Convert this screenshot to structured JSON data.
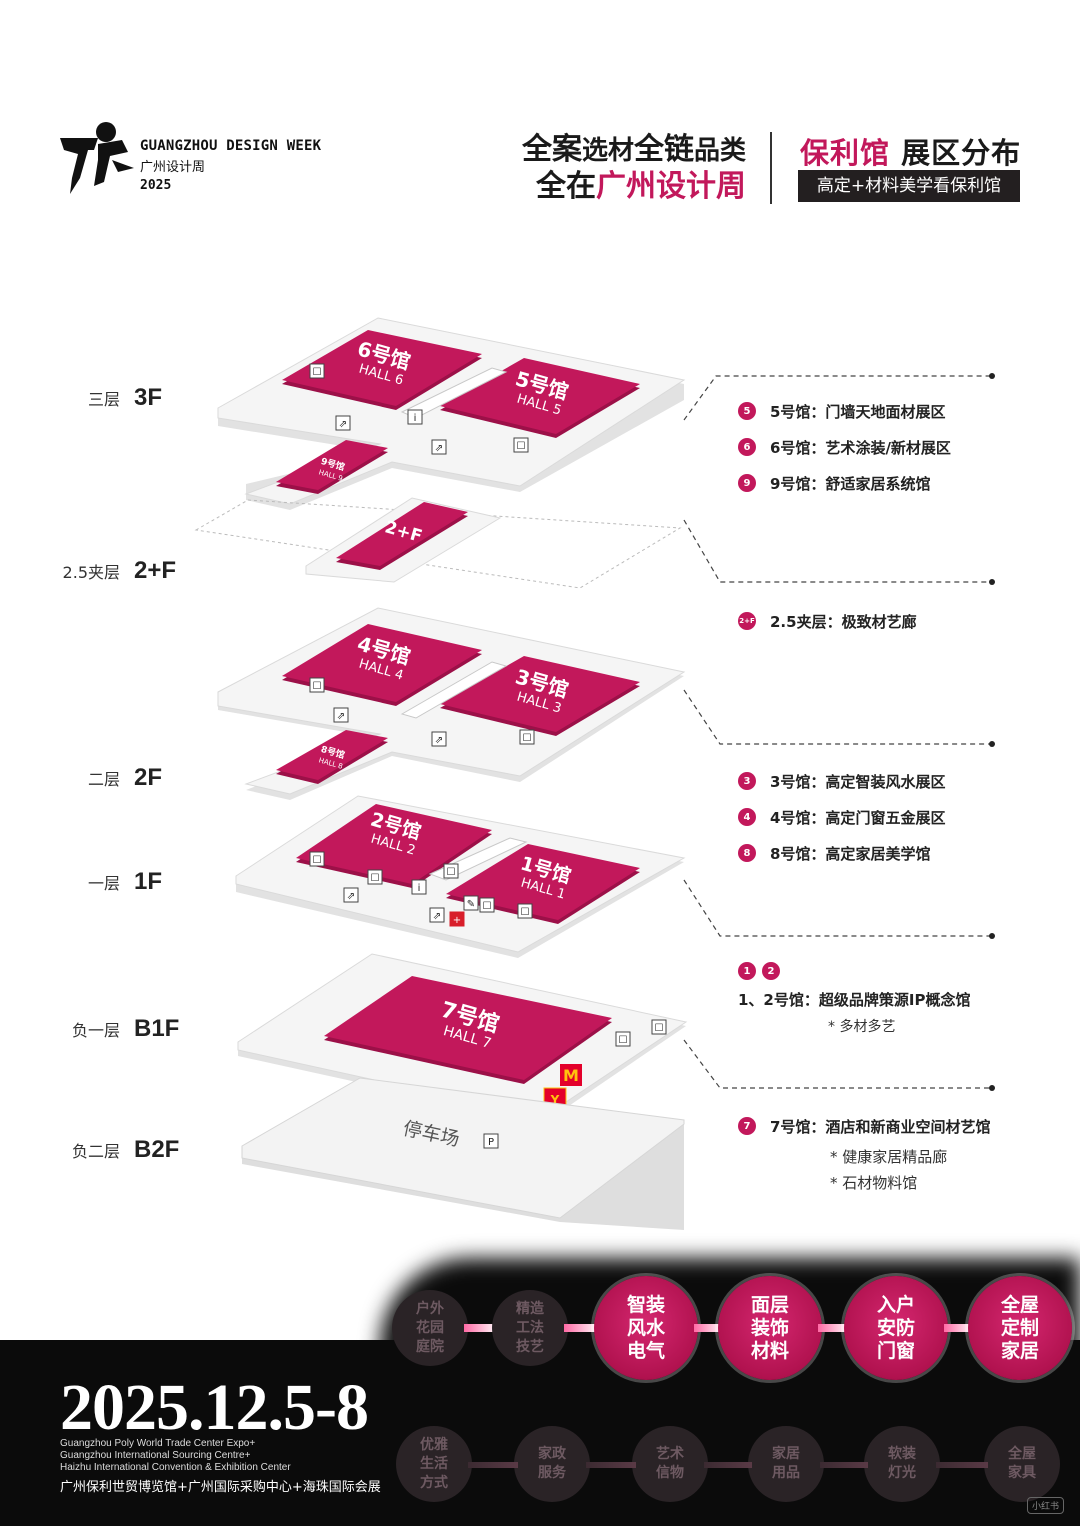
{
  "header": {
    "brand_en": "GUANGZHOU DESIGN WEEK",
    "brand_cn": "广州设计周",
    "brand_year": "2025",
    "slogan_line1_a": "全案",
    "slogan_line1_b": "选材",
    "slogan_line1_c": "全链",
    "slogan_line1_d": "品类",
    "slogan_line2_a": "全在",
    "slogan_line2_b": "广州设计周",
    "title_pink": "保利馆",
    "title_black": " 展区分布",
    "subtitle": "高定+材料美学看保利馆"
  },
  "floors": [
    {
      "cn": "三层",
      "code": "3F"
    },
    {
      "cn": "2.5夹层",
      "code": "2+F"
    },
    {
      "cn": "二层",
      "code": "2F"
    },
    {
      "cn": "一层",
      "code": "1F"
    },
    {
      "cn": "负一层",
      "code": "B1F"
    },
    {
      "cn": "负二层",
      "code": "B2F"
    }
  ],
  "halls": {
    "h6": {
      "cn": "6号馆",
      "en": "HALL 6"
    },
    "h5": {
      "cn": "5号馆",
      "en": "HALL 5"
    },
    "h9": {
      "cn": "9号馆",
      "en": "HALL 9"
    },
    "h2f": {
      "cn": "2+F"
    },
    "h4": {
      "cn": "4号馆",
      "en": "HALL 4"
    },
    "h3": {
      "cn": "3号馆",
      "en": "HALL 3"
    },
    "h8": {
      "cn": "8号馆",
      "en": "HALL 8"
    },
    "h2": {
      "cn": "2号馆",
      "en": "HALL 2"
    },
    "h1": {
      "cn": "1号馆",
      "en": "HALL 1"
    },
    "h7": {
      "cn": "7号馆",
      "en": "HALL 7"
    },
    "parking": "停车场",
    "parking_sign": "P",
    "info_sign": "i"
  },
  "legend": {
    "g3": [
      {
        "num": "5",
        "text": "5号馆：门墙天地面材展区"
      },
      {
        "num": "6",
        "text": "6号馆：艺术涂装/新材展区"
      },
      {
        "num": "9",
        "text": "9号馆：舒适家居系统馆"
      }
    ],
    "g25": [
      {
        "num": "2+F",
        "text": "2.5夹层：极致材艺廊"
      }
    ],
    "g2": [
      {
        "num": "3",
        "text": "3号馆：高定智装风水展区"
      },
      {
        "num": "4",
        "text": "4号馆：高定门窗五金展区"
      },
      {
        "num": "8",
        "text": "8号馆：高定家居美学馆"
      }
    ],
    "g1": {
      "num_a": "1",
      "num_b": "2",
      "text": "1、2号馆：超级品牌策源IP概念馆",
      "star": "* 多材多艺"
    },
    "gb": {
      "num": "7",
      "text": "7号馆：酒店和新商业空间材艺馆",
      "star1": "* 健康家居精品廊",
      "star2": "* 石材物料馆"
    }
  },
  "banner": {
    "date": "2025.12.5-8",
    "venue_en_1": "Guangzhou Poly World Trade Center Expo+",
    "venue_en_2": "Guangzhou International Sourcing Centre+",
    "venue_en_3": "Haizhu International Convention & Exhibition Center",
    "venue_cn": "广州保利世贸博览馆+广州国际采购中心+海珠国际会展",
    "top_row": [
      {
        "l1": "户外",
        "l2": "花园",
        "l3": "庭院",
        "active": false
      },
      {
        "l1": "精造",
        "l2": "工法",
        "l3": "技艺",
        "active": false
      },
      {
        "l1": "智装",
        "l2": "风水",
        "l3": "电气",
        "active": true
      },
      {
        "l1": "面层",
        "l2": "装饰",
        "l3": "材料",
        "active": true
      },
      {
        "l1": "入户",
        "l2": "安防",
        "l3": "门窗",
        "active": true
      },
      {
        "l1": "全屋",
        "l2": "定制",
        "l3": "家居",
        "active": true
      }
    ],
    "bottom_row": [
      {
        "l1": "优雅",
        "l2": "生活",
        "l3": "方式"
      },
      {
        "l1": "家政",
        "l2": "服务"
      },
      {
        "l1": "艺术",
        "l2": "信物"
      },
      {
        "l1": "家居",
        "l2": "用品"
      },
      {
        "l1": "软装",
        "l2": "灯光"
      },
      {
        "l1": "全屋",
        "l2": "家具"
      }
    ],
    "watermark": "小红书"
  },
  "colors": {
    "magenta": "#c2185b",
    "magenta_dark": "#9c1048",
    "floor": "#f4f4f4",
    "floor_edge": "#d6d6d6",
    "black": "#0b0b0b"
  }
}
